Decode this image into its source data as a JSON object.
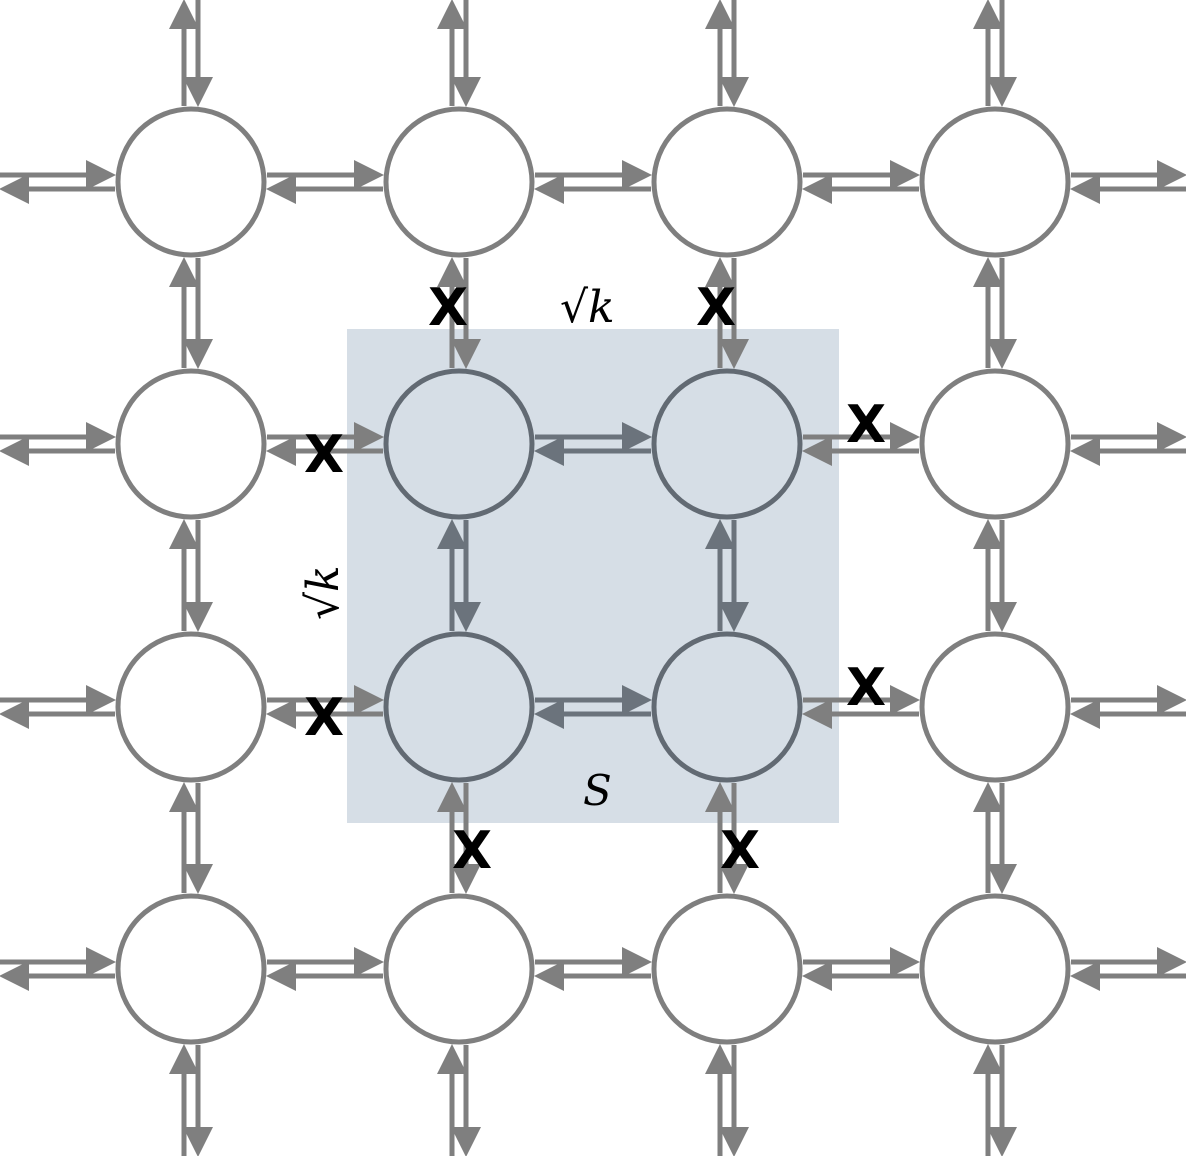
{
  "grid": {
    "rows": 4,
    "cols": 4
  },
  "subset": {
    "label": "S",
    "top_label": "√k",
    "side_label": "√k",
    "fill_color": "#d6dee6",
    "nodes": [
      [
        1,
        1
      ],
      [
        1,
        2
      ],
      [
        2,
        1
      ],
      [
        2,
        2
      ]
    ]
  },
  "cut_marker": "X",
  "cut_edges": [
    {
      "from": [
        0,
        1
      ],
      "to": [
        1,
        1
      ]
    },
    {
      "from": [
        0,
        2
      ],
      "to": [
        1,
        2
      ]
    },
    {
      "from": [
        1,
        0
      ],
      "to": [
        1,
        1
      ]
    },
    {
      "from": [
        1,
        2
      ],
      "to": [
        1,
        3
      ]
    },
    {
      "from": [
        2,
        0
      ],
      "to": [
        2,
        1
      ]
    },
    {
      "from": [
        2,
        2
      ],
      "to": [
        2,
        3
      ]
    },
    {
      "from": [
        2,
        1
      ],
      "to": [
        3,
        1
      ]
    },
    {
      "from": [
        2,
        2
      ],
      "to": [
        3,
        2
      ]
    }
  ],
  "colors": {
    "edge": "#7f7f7f",
    "edge_inside": "#6b737c",
    "node_stroke": "#7f7f7f",
    "node_stroke_inside": "#626a73",
    "node_fill": "#ffffff",
    "marker": "#000000"
  }
}
